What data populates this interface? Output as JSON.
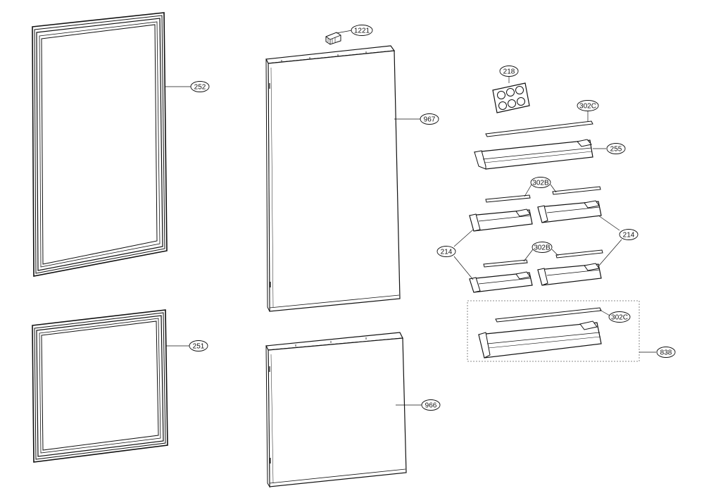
{
  "diagram": {
    "callouts": {
      "gasket_upper": "252",
      "gasket_lower": "251",
      "hinge_cap": "1221",
      "door_upper": "967",
      "door_lower": "966",
      "egg_tray": "218",
      "cover_top": "302C",
      "basket_top": "255",
      "cover_mid": "302B",
      "cover_low": "302B",
      "basket_pair_right": "214",
      "basket_pair_left": "214",
      "cover_assy": "302C",
      "basket_assy": "838"
    }
  }
}
